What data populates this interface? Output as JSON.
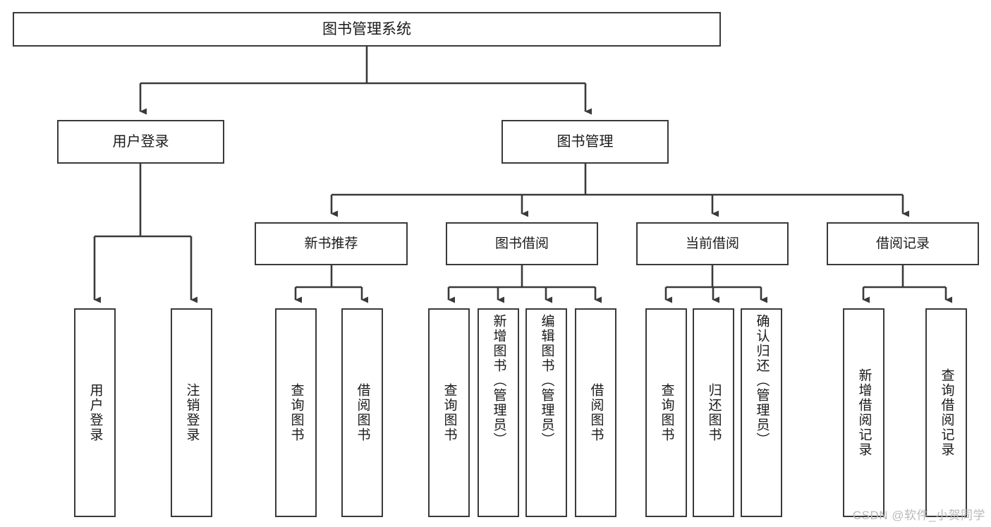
{
  "diagram": {
    "title": "图书管理系统",
    "type": "tree-hierarchy-chart",
    "stroke_color": "#3a3a3a",
    "background_color": "#ffffff",
    "text_color": "#1a1a1a"
  },
  "root": {
    "label": "图书管理系统"
  },
  "level1": [
    {
      "label": "用户登录"
    },
    {
      "label": "图书管理"
    }
  ],
  "level2": [
    {
      "label": "新书推荐"
    },
    {
      "label": "图书借阅"
    },
    {
      "label": "当前借阅"
    },
    {
      "label": "借阅记录"
    }
  ],
  "leaves": {
    "user_login": [
      {
        "label": "用户登录"
      },
      {
        "label": "注销登录"
      }
    ],
    "new_book_recommend": [
      {
        "label": "查询图书"
      },
      {
        "label": "借阅图书"
      }
    ],
    "book_borrow": [
      {
        "label": "查询图书"
      },
      {
        "label": "新增图书（管理员）"
      },
      {
        "label": "编辑图书（管理员）"
      },
      {
        "label": "借阅图书"
      }
    ],
    "current_borrow": [
      {
        "label": "查询图书"
      },
      {
        "label": "归还图书"
      },
      {
        "label": "确认归还（管理员）"
      }
    ],
    "borrow_record": [
      {
        "label": "新增借阅记录"
      },
      {
        "label": "查询借阅记录"
      }
    ]
  },
  "watermark": {
    "text": "CSDN @软件_小贺同学",
    "color": "#b9b9b9"
  }
}
